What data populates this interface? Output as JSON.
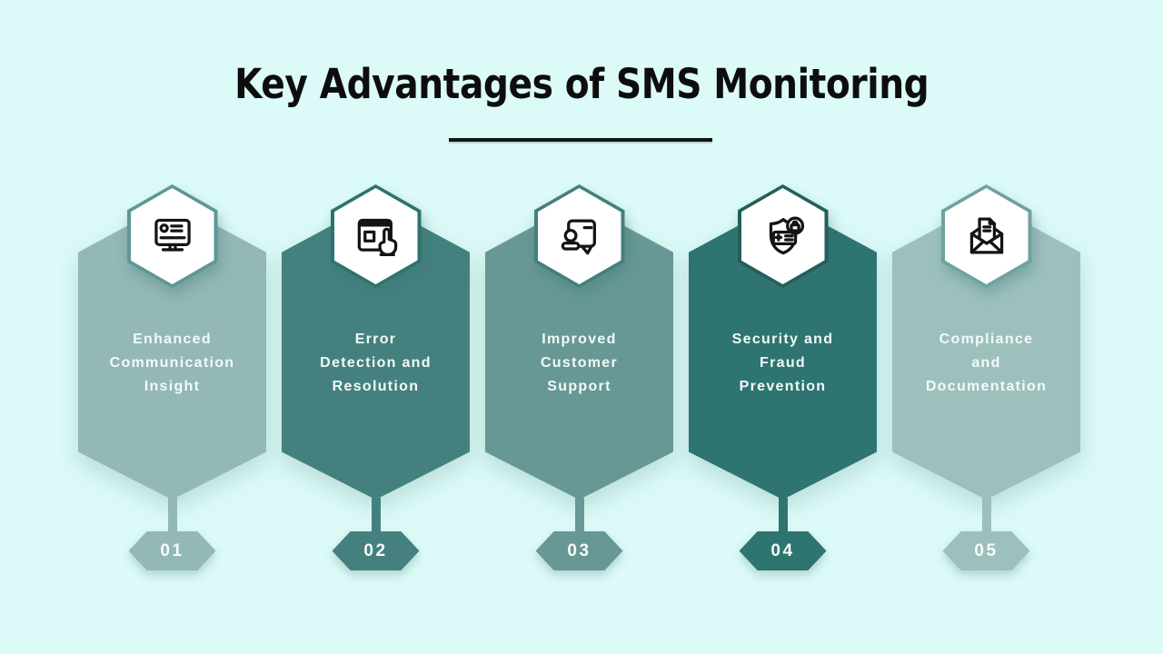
{
  "page": {
    "background_color": "#dcfaf7",
    "text_color_on_cards": "#f2faf9"
  },
  "header": {
    "title": "Key Advantages of SMS Monitoring"
  },
  "cards": [
    {
      "number": "01",
      "icon": "monitor-profile-icon",
      "color": "#93b8b5",
      "icon_border_color": "#5e9794",
      "title_lines": [
        "Enhanced",
        "Communication",
        "Insight"
      ]
    },
    {
      "number": "02",
      "icon": "window-click-icon",
      "color": "#44817e",
      "icon_border_color": "#2d7370",
      "title_lines": [
        "Error",
        "Detection and",
        "Resolution"
      ]
    },
    {
      "number": "03",
      "icon": "contact-card-support-icon",
      "color": "#679895",
      "icon_border_color": "#457f7c",
      "title_lines": [
        "Improved",
        "Customer",
        "Support"
      ]
    },
    {
      "number": "04",
      "icon": "shield-lock-icon",
      "color": "#2e7471",
      "icon_border_color": "#235e5b",
      "title_lines": [
        "Security and",
        "Fraud",
        "Prevention"
      ]
    },
    {
      "number": "05",
      "icon": "envelope-document-icon",
      "color": "#9dc0bd",
      "icon_border_color": "#6fa29e",
      "title_lines": [
        "Compliance",
        "and",
        "Documentation"
      ]
    }
  ]
}
